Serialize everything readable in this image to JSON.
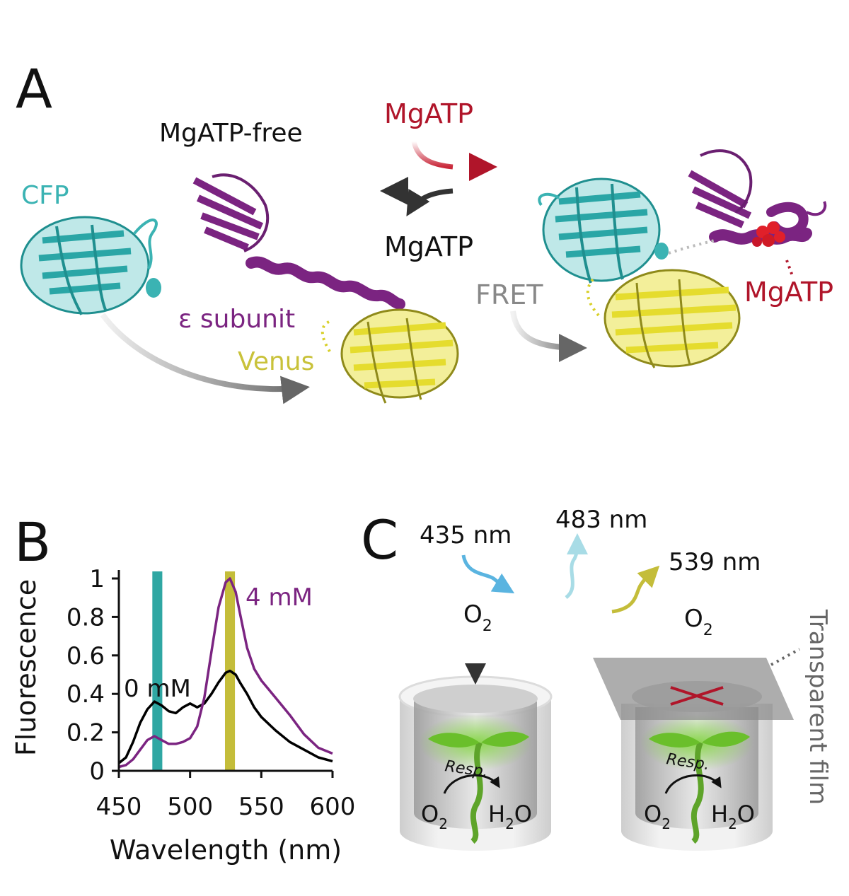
{
  "panel_a": {
    "letter": "A",
    "state_free_label": "MgATP-free",
    "cfp_label": "CFP",
    "epsilon_label": "ε subunit",
    "venus_label": "Venus",
    "fret_label": "FRET",
    "mgatp_top": "MgATP",
    "mgatp_bottom": "MgATP",
    "mgatp_bound": "MgATP"
  },
  "panel_b": {
    "letter": "B",
    "curve_label_high": "4 mM",
    "curve_label_low": "0 mM"
  },
  "panel_c": {
    "letter": "C",
    "excitation": "435 nm",
    "emission_cfp": "483 nm",
    "emission_venus": "539 nm",
    "o2_left": "O",
    "o2_right": "O",
    "subscript_2": "2",
    "resp_left": "Resp.",
    "resp_right": "Resp.",
    "o2_bottom_left": "O",
    "h2o_left_h": "H",
    "h2o_left_o": "O",
    "o2_bottom_right": "O",
    "h2o_right_h": "H",
    "h2o_right_o": "O",
    "film_label": "Transparent film"
  },
  "colors": {
    "cfp": "#3bb3b3",
    "epsilon": "#7b2481",
    "venus": "#c9c23a",
    "mgatp_red": "#b0152a",
    "blue_light": "#5ab4e0",
    "cyan_light": "#a8dce6",
    "green_plant": "#6abf2b"
  },
  "chart_data": {
    "type": "line",
    "xlabel": "Wavelength (nm)",
    "ylabel": "Fluorescence",
    "xlim": [
      450,
      600
    ],
    "ylim": [
      0,
      1
    ],
    "xticks": [
      450,
      500,
      550,
      600
    ],
    "yticks": [
      0,
      0.2,
      0.4,
      0.6,
      0.8,
      1
    ],
    "ytick_labels": [
      "0",
      "0.2",
      "0.4",
      "0.6",
      "0.8",
      "1"
    ],
    "bands": [
      {
        "center": 477,
        "width": 7,
        "color": "#2fa7a3"
      },
      {
        "center": 528,
        "width": 7,
        "color": "#c4bd3a"
      }
    ],
    "series": [
      {
        "name": "0 mM",
        "color": "#000000",
        "x": [
          450,
          455,
          460,
          465,
          470,
          475,
          480,
          485,
          490,
          495,
          500,
          505,
          510,
          515,
          520,
          525,
          528,
          532,
          535,
          540,
          545,
          550,
          560,
          570,
          580,
          590,
          600
        ],
        "y": [
          0.04,
          0.07,
          0.15,
          0.25,
          0.32,
          0.36,
          0.34,
          0.31,
          0.3,
          0.33,
          0.35,
          0.33,
          0.35,
          0.4,
          0.46,
          0.51,
          0.52,
          0.5,
          0.46,
          0.4,
          0.33,
          0.28,
          0.21,
          0.15,
          0.11,
          0.07,
          0.05
        ]
      },
      {
        "name": "4 mM",
        "color": "#7b2481",
        "x": [
          450,
          455,
          460,
          465,
          470,
          475,
          480,
          485,
          490,
          495,
          500,
          505,
          510,
          515,
          520,
          525,
          528,
          532,
          535,
          540,
          545,
          550,
          560,
          570,
          580,
          590,
          600
        ],
        "y": [
          0.02,
          0.03,
          0.06,
          0.11,
          0.16,
          0.18,
          0.16,
          0.14,
          0.14,
          0.15,
          0.17,
          0.23,
          0.38,
          0.62,
          0.85,
          0.98,
          1.0,
          0.93,
          0.82,
          0.64,
          0.53,
          0.47,
          0.38,
          0.29,
          0.19,
          0.12,
          0.09
        ]
      }
    ]
  }
}
